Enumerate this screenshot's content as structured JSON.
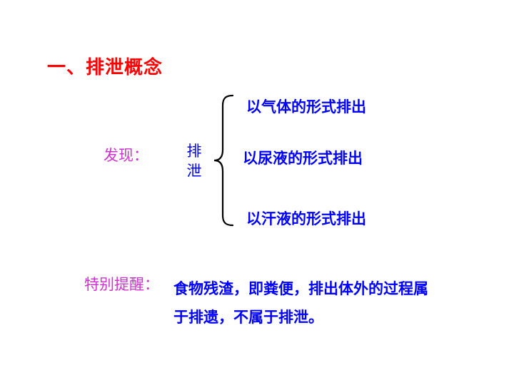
{
  "slide": {
    "title": "一、排泄概念",
    "found_label": "发现：",
    "center_chars": [
      "排",
      "泄"
    ],
    "branches": [
      "以气体的形式排出",
      "以尿液的形式排出",
      "以汗液的形式排出"
    ],
    "note_label": "特别提醒：",
    "note_lines": [
      "食物残渣，即粪便，排出体外的过程属",
      "于排遗，不属于排泄。"
    ]
  },
  "colors": {
    "title": "#ff0000",
    "label": "#cc33cc",
    "body": "#0000ff",
    "brace": "#000000"
  }
}
